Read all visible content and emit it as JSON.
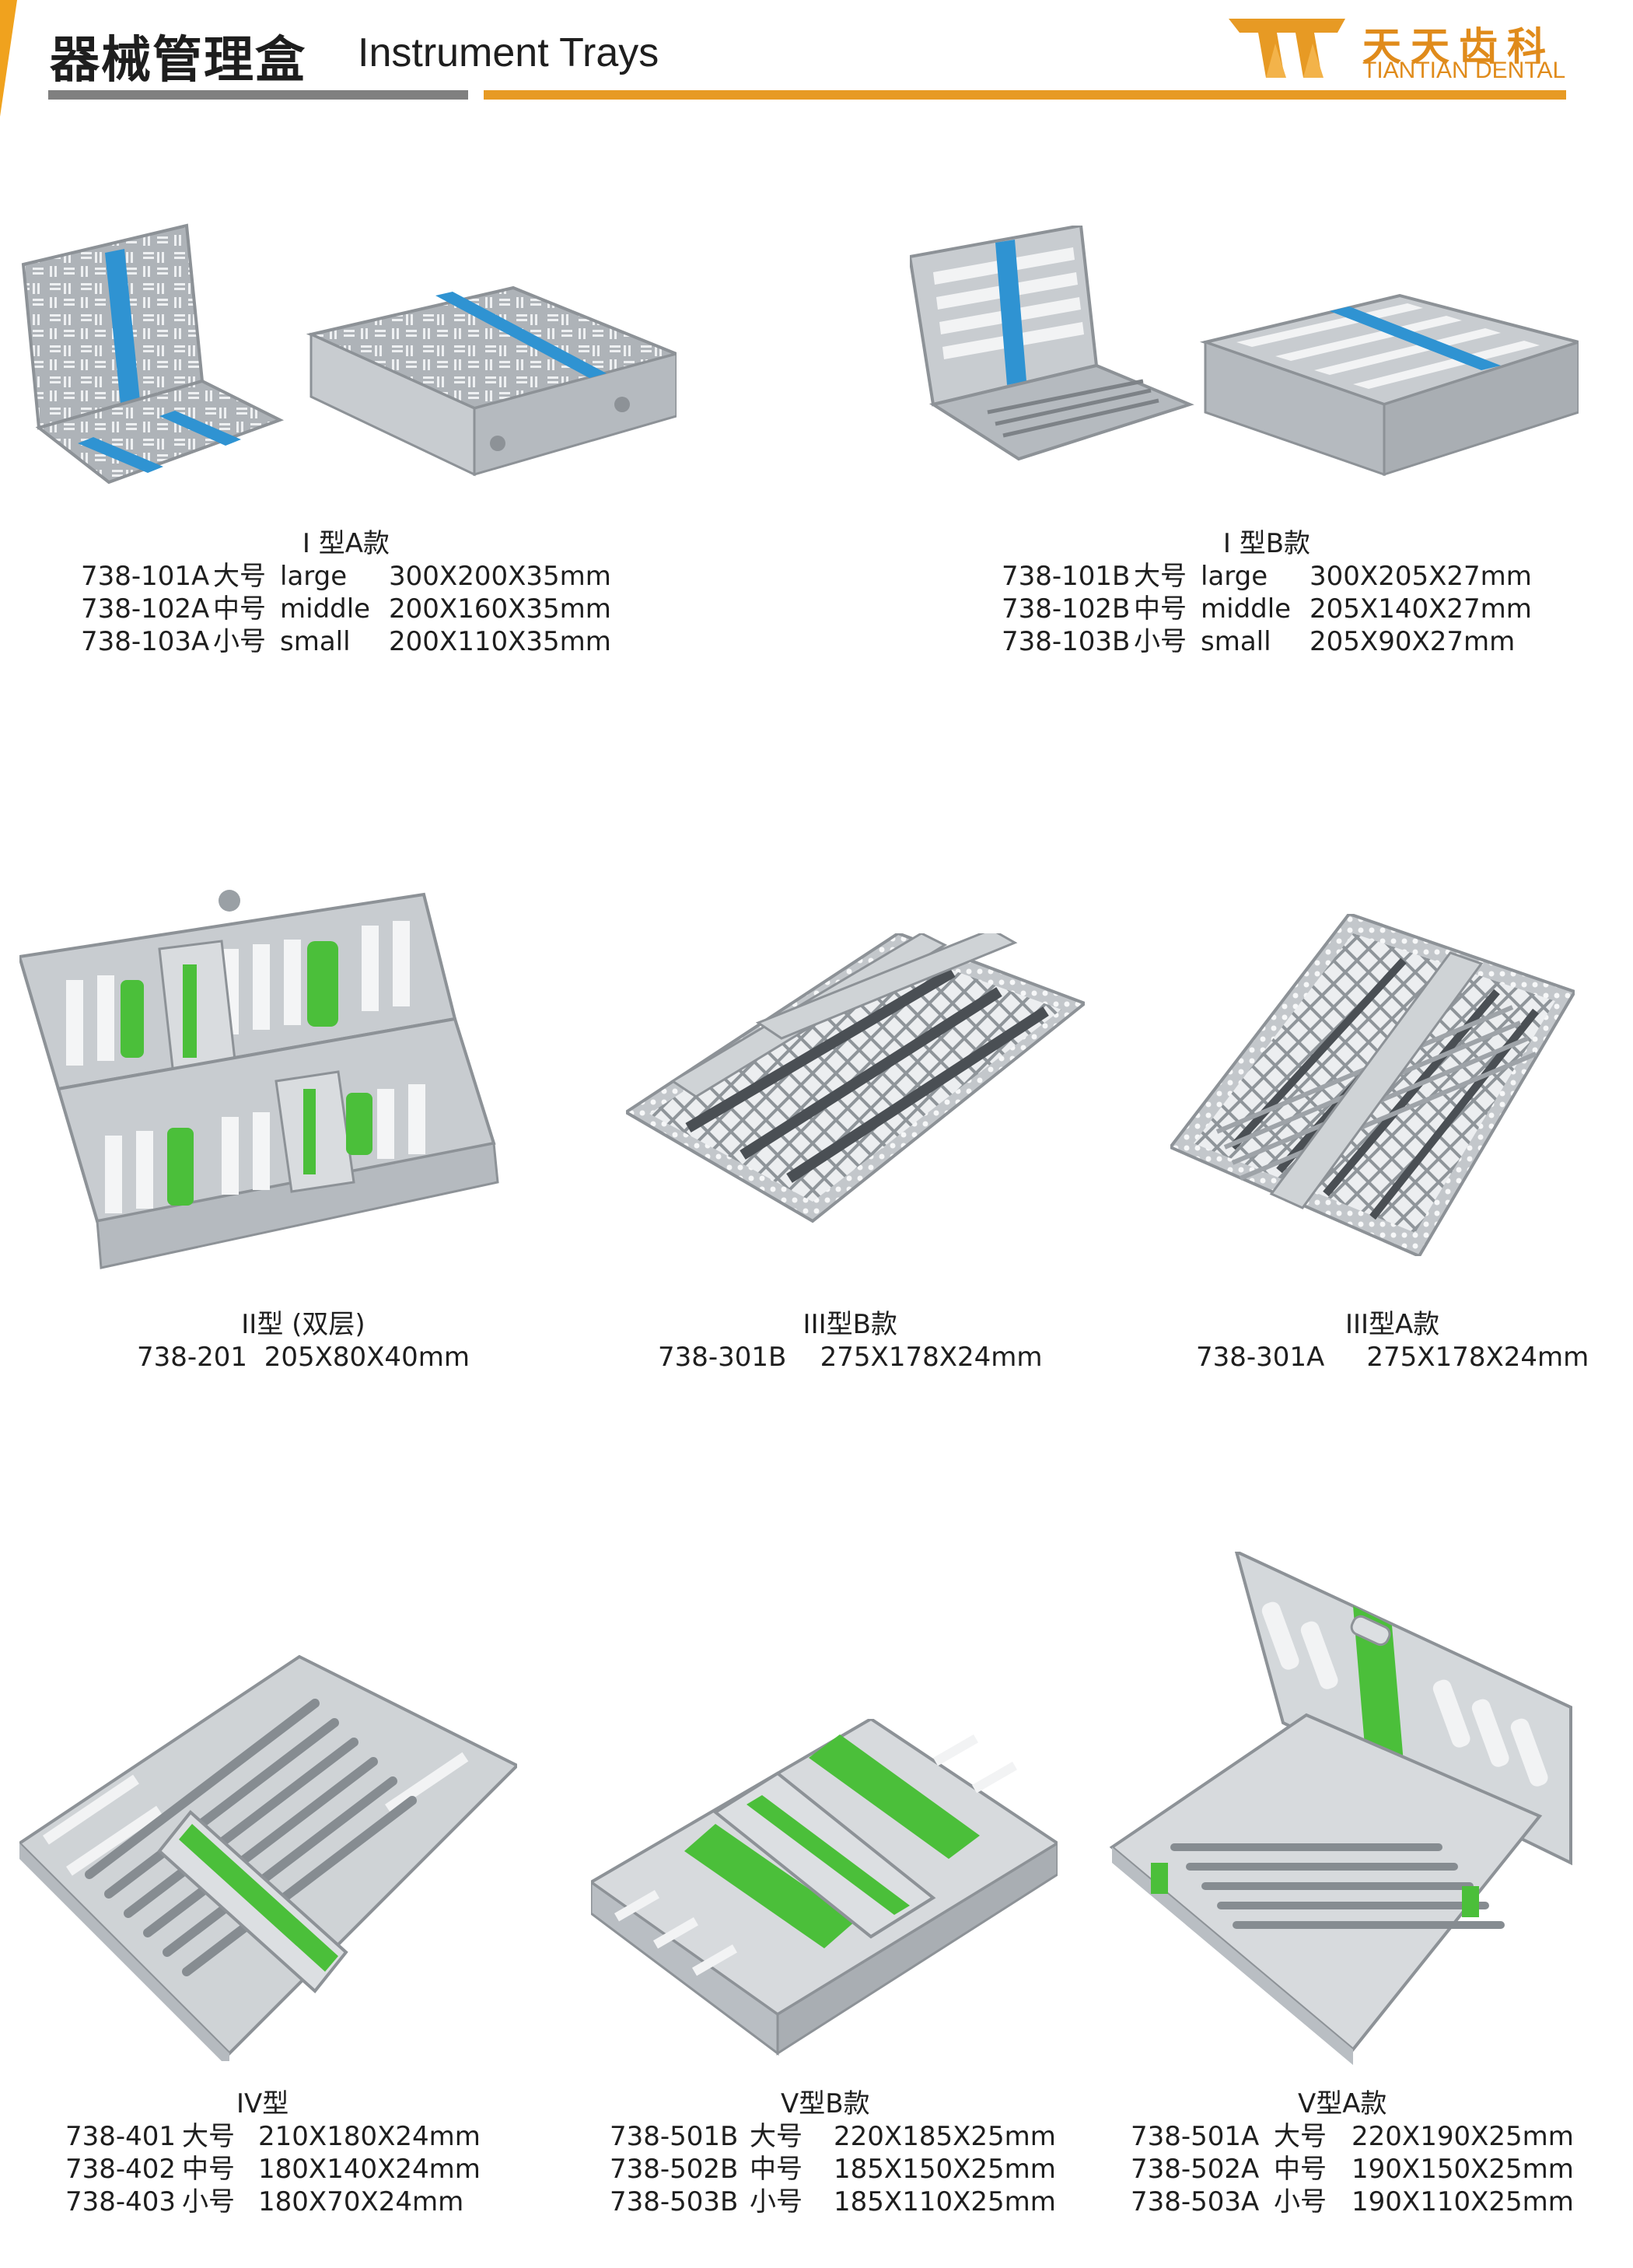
{
  "header": {
    "title_zh": "器械管理盒",
    "title_en": "Instrument Trays",
    "brand_zh": "天天齿科",
    "brand_en": "TIANTIAN DENTAL"
  },
  "colors": {
    "accent_orange": "#e79a24",
    "rule_grey": "#808080",
    "tray_blue": "#2f93d2",
    "tray_green": "#4bbf3a",
    "steel": "#c8ccd0"
  },
  "products": {
    "i_a": {
      "caption": "I 型A款",
      "rows": [
        {
          "code": "738-101A",
          "size_zh": "大号",
          "size_en": "large",
          "dims": "300X200X35mm"
        },
        {
          "code": "738-102A",
          "size_zh": "中号",
          "size_en": "middle",
          "dims": "200X160X35mm"
        },
        {
          "code": "738-103A",
          "size_zh": "小号",
          "size_en": "small",
          "dims": "200X110X35mm"
        }
      ]
    },
    "i_b": {
      "caption": "I 型B款",
      "rows": [
        {
          "code": "738-101B",
          "size_zh": "大号",
          "size_en": "large",
          "dims": "300X205X27mm"
        },
        {
          "code": "738-102B",
          "size_zh": "中号",
          "size_en": "middle",
          "dims": "205X140X27mm"
        },
        {
          "code": "738-103B",
          "size_zh": "小号",
          "size_en": "small",
          "dims": "205X90X27mm"
        }
      ]
    },
    "ii": {
      "caption": "II型 (双层)",
      "code": "738-201",
      "dims": "205X80X40mm"
    },
    "iii_b": {
      "caption": "III型B款",
      "code": "738-301B",
      "dims": "275X178X24mm"
    },
    "iii_a": {
      "caption": "III型A款",
      "code": "738-301A",
      "dims": "275X178X24mm"
    },
    "iv": {
      "caption": "IV型",
      "rows": [
        {
          "code": "738-401",
          "size_zh": "大号",
          "dims": "210X180X24mm"
        },
        {
          "code": "738-402",
          "size_zh": "中号",
          "dims": "180X140X24mm"
        },
        {
          "code": "738-403",
          "size_zh": "小号",
          "dims": "180X70X24mm"
        }
      ]
    },
    "v_b": {
      "caption": "V型B款",
      "rows": [
        {
          "code": "738-501B",
          "size_zh": "大号",
          "dims": "220X185X25mm"
        },
        {
          "code": "738-502B",
          "size_zh": "中号",
          "dims": "185X150X25mm"
        },
        {
          "code": "738-503B",
          "size_zh": "小号",
          "dims": "185X110X25mm"
        }
      ]
    },
    "v_a": {
      "caption": "V型A款",
      "rows": [
        {
          "code": "738-501A",
          "size_zh": "大号",
          "dims": "220X190X25mm"
        },
        {
          "code": "738-502A",
          "size_zh": "中号",
          "dims": "190X150X25mm"
        },
        {
          "code": "738-503A",
          "size_zh": "小号",
          "dims": "190X110X25mm"
        }
      ]
    }
  }
}
